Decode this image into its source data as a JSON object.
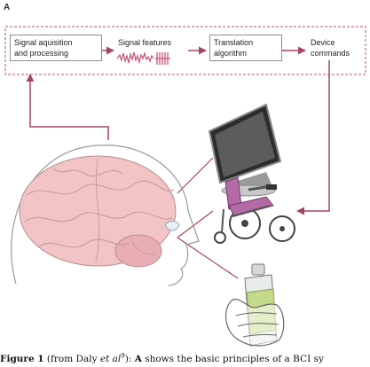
{
  "panel_label": "A",
  "pipeline": {
    "acquisition": [
      "Signal aquisition",
      "and processing"
    ],
    "features": "Signal features",
    "translation": [
      "Translation",
      "algorithm"
    ],
    "device": [
      "Device",
      "commands"
    ]
  },
  "caption": {
    "figure_label": "Figure 1",
    "text_open": " (from Daly ",
    "et_al": "et al",
    "ref": "9",
    "text_after_ref": "): ",
    "panel": "A",
    "text_rest": " shows the basic principles of a BCI sy"
  },
  "colors": {
    "arrow": "#a2475e",
    "dash_border": "#b5506a",
    "signal": "#c45372",
    "brain": "#f2c4c6",
    "chair_seat": "#b56aa8",
    "bottle_label": "#c4d98a"
  }
}
